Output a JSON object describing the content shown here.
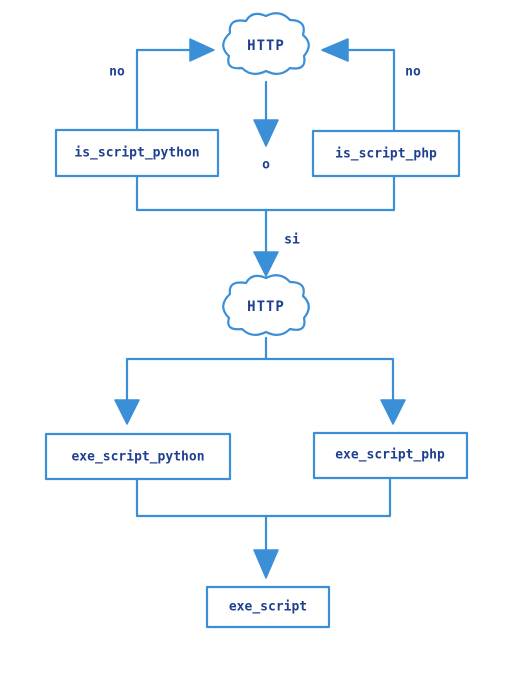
{
  "diagram": {
    "colors": {
      "stroke": "#3a8fd6",
      "text": "#1f3f8f",
      "background": "#ffffff"
    },
    "clouds": {
      "top": "HTTP",
      "middle": "HTTP"
    },
    "nodes": {
      "is_python": "is_script_python",
      "is_php": "is_script_php",
      "exe_python": "exe_script_python",
      "exe_php": "exe_script_php",
      "exe_script": "exe_script"
    },
    "labels": {
      "no_left": "no",
      "no_right": "no",
      "or": "o",
      "si": "si"
    }
  }
}
